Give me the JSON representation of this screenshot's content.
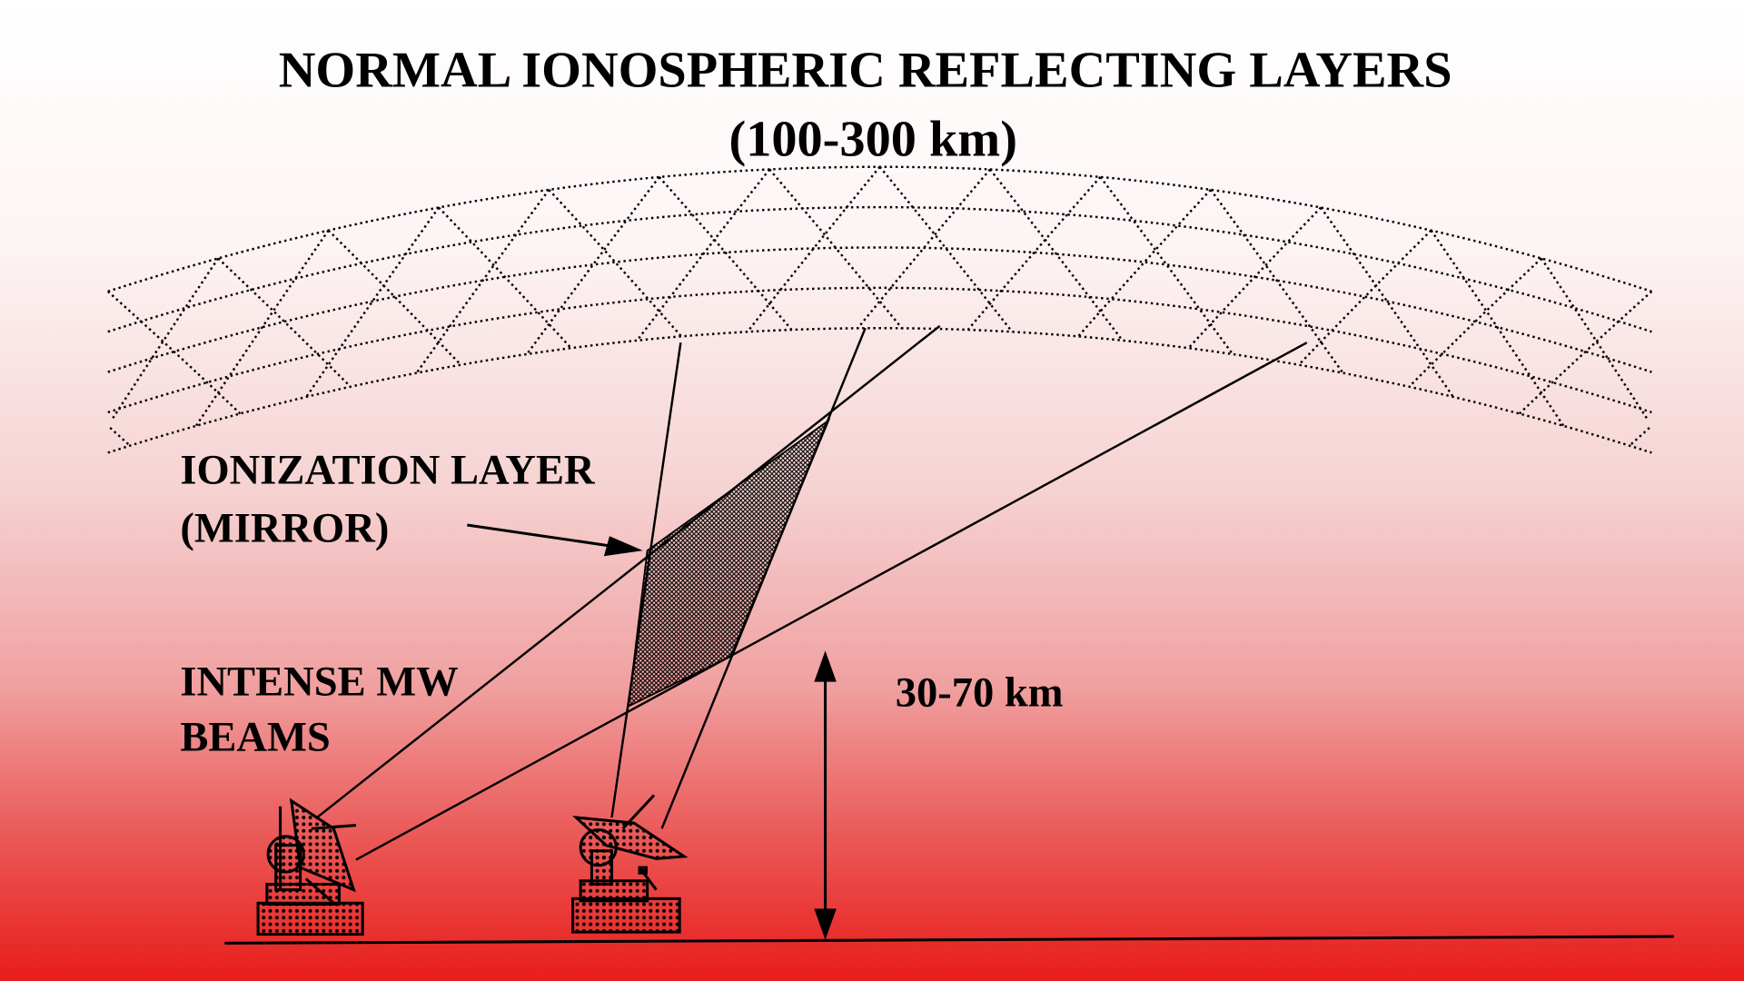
{
  "title": "NORMAL IONOSPHERIC REFLECTING LAYERS",
  "subtitle": "(100-300 km)",
  "labels": {
    "ionization_line1": "IONIZATION LAYER",
    "ionization_line2": "(MIRROR)",
    "beams_line1": "INTENSE MW",
    "beams_line2": "BEAMS",
    "altitude": "30-70 km"
  },
  "colors": {
    "ground_red": "#e81d1b",
    "ink": "#000000"
  }
}
